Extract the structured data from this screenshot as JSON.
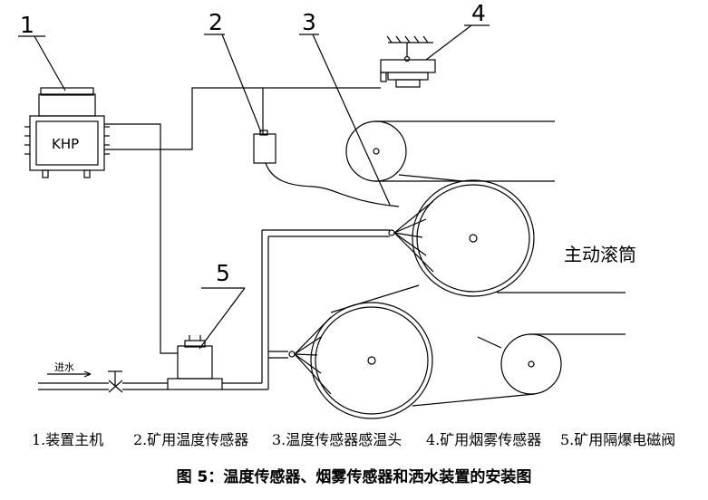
{
  "labels": {
    "n1": "1",
    "n2": "2",
    "n3": "3",
    "n4": "4",
    "n5": "5",
    "khp": "KHP",
    "drum": "主动滚筒",
    "water": "进水"
  },
  "legend": [
    "1.装置主机",
    "2.矿用温度传感器",
    "3.温度传感器感温头",
    "4.矿用烟雾传感器",
    "5.矿用隔爆电磁阀"
  ],
  "caption": "图 5：温度传感器、烟雾传感器和洒水装置的安装图"
}
